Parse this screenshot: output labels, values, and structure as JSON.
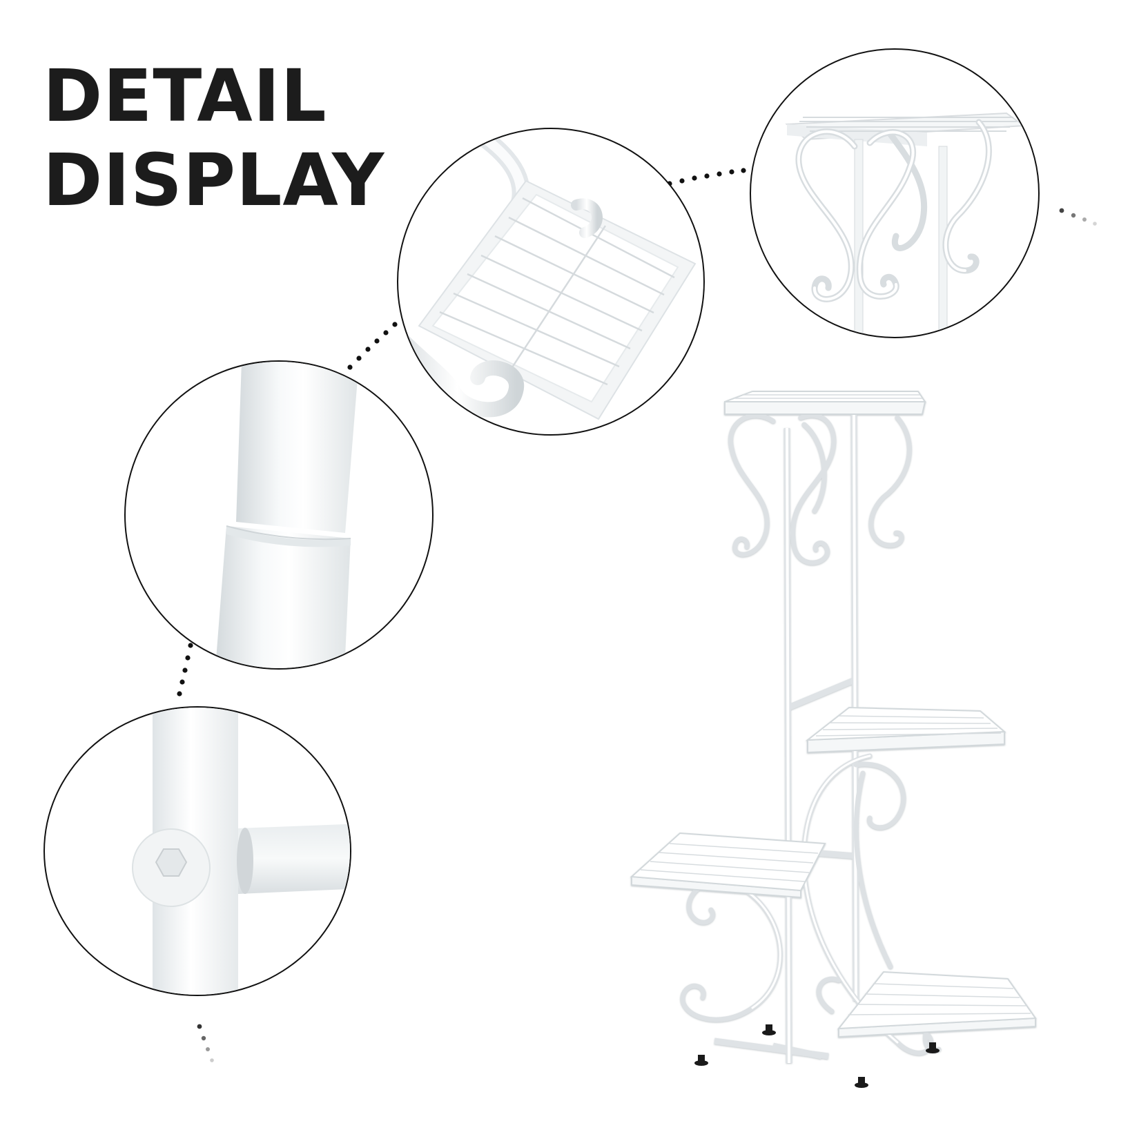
{
  "headline": {
    "line1": "DETAIL",
    "line2": "DISPLAY"
  },
  "colors": {
    "text": "#1c1c1c",
    "circle_border": "#111111",
    "metal_white": "#f4f6f7",
    "metal_shade": "#d6dbde",
    "foot_black": "#1a1a1a",
    "dot": "#111111"
  },
  "details": [
    {
      "id": "shelf-grid-closeup",
      "subject": "square wire shelf with scroll support"
    },
    {
      "id": "top-scroll-closeup",
      "subject": "top shelf with decorative S-scroll legs"
    },
    {
      "id": "tube-joint-closeup",
      "subject": "telescoping tube connection"
    },
    {
      "id": "bolt-joint-closeup",
      "subject": "hex bolt cross-joint"
    }
  ],
  "product": {
    "name": "4-tier white metal plant stand",
    "tiers": 4
  }
}
